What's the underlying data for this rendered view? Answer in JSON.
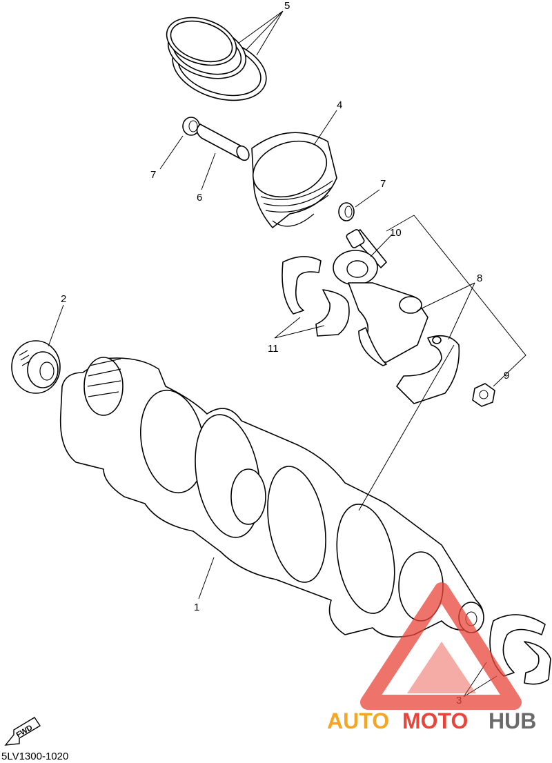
{
  "callouts": {
    "c1": "1",
    "c2": "2",
    "c3": "3",
    "c4": "4",
    "c5": "5",
    "c6": "6",
    "c7a": "7",
    "c7b": "7",
    "c8": "8",
    "c9": "9",
    "c10": "10",
    "c11": "11"
  },
  "fwd_label": "FWD",
  "diagram_code": "5LV1300-1020",
  "watermark": {
    "part1": "AUTO",
    "part2": "MOTO",
    "part3": "HUB",
    "color_orange": "#f5a623",
    "color_red": "#e8463a",
    "color_gray": "#6b6b6b"
  }
}
